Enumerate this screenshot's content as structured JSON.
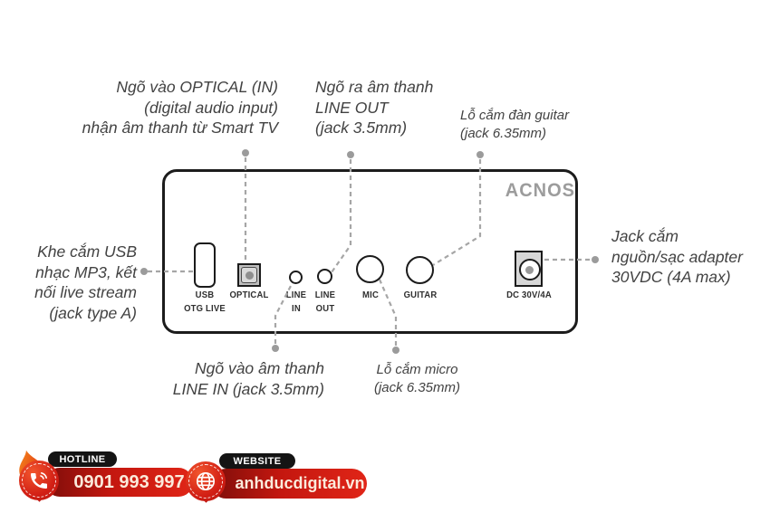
{
  "brand": {
    "logo": "ACNOS"
  },
  "panel": {
    "ports": {
      "usb": {
        "line1": "USB",
        "line2": "OTG LIVE"
      },
      "optical": {
        "label": "OPTICAL"
      },
      "line_in": {
        "line1": "LINE",
        "line2": "IN"
      },
      "line_out": {
        "line1": "LINE",
        "line2": "OUT"
      },
      "mic": {
        "label": "MIC"
      },
      "guitar": {
        "label": "GUITAR"
      },
      "dc": {
        "label": "DC 30V/4A"
      }
    }
  },
  "annotations": {
    "optical": {
      "line1": "Ngõ vào OPTICAL (IN)",
      "line2": "(digital audio input)",
      "line3": "nhận âm thanh từ Smart TV"
    },
    "line_out": {
      "line1": "Ngõ ra âm thanh",
      "line2": "LINE OUT",
      "line3": "(jack 3.5mm)"
    },
    "guitar": {
      "line1": "Lỗ cắm đàn guitar",
      "line2": "(jack 6.35mm)"
    },
    "usb": {
      "line1": "Khe cắm USB",
      "line2": "nhạc MP3, kết",
      "line3": "nối live stream",
      "line4": "(jack type A)"
    },
    "power": {
      "line1": "Jack cắm",
      "line2": "nguồn/sạc adapter",
      "line3": "30VDC (4A max)"
    },
    "line_in": {
      "line1": "Ngõ vào âm thanh",
      "line2": "LINE IN (jack 3.5mm)"
    },
    "mic": {
      "line1": "Lỗ cắm micro",
      "line2": "(jack 6.35mm)"
    }
  },
  "footer": {
    "hotline": {
      "label": "HOTLINE",
      "value": "0901 993 997"
    },
    "website": {
      "label": "WEBSITE",
      "value": "anhducdigital.vn"
    }
  },
  "icons": {
    "hotline": "phone-icon",
    "website": "globe-icon",
    "hotline_decoration": "flame-icon"
  },
  "colors": {
    "badge_red": "#e02517",
    "badge_dark_red": "#7e0e0a",
    "badge_black": "#141414",
    "flame_orange": "#f6921e",
    "connector_gray": "#a6a6a6",
    "logo_gray": "#9c9c9c",
    "annotation_text": "#424242"
  }
}
